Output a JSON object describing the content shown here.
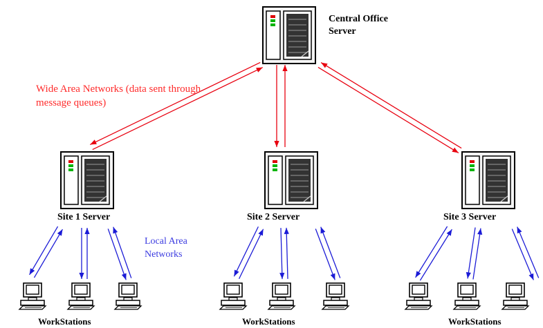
{
  "central": {
    "line1": "Central Office",
    "line2": "Server"
  },
  "sites": [
    {
      "label": "Site 1 Server",
      "workstations_label": "WorkStations"
    },
    {
      "label": "Site 2 Server",
      "workstations_label": "WorkStations"
    },
    {
      "label": "Site 3 Server",
      "workstations_label": "WorkStations"
    }
  ],
  "wan_label": "Wide Area Networks (data sent through message queues)",
  "lan_label": "Local Area Networks",
  "colors": {
    "wan": "#e8000f",
    "lan": "#1b1bd6",
    "wan_text": "#ff2a2a",
    "lan_text": "#3a3ae0",
    "server_body": "#f4f4f4",
    "server_panel": "#333333",
    "led_red": "#dd0000",
    "led_green": "#00b400"
  }
}
